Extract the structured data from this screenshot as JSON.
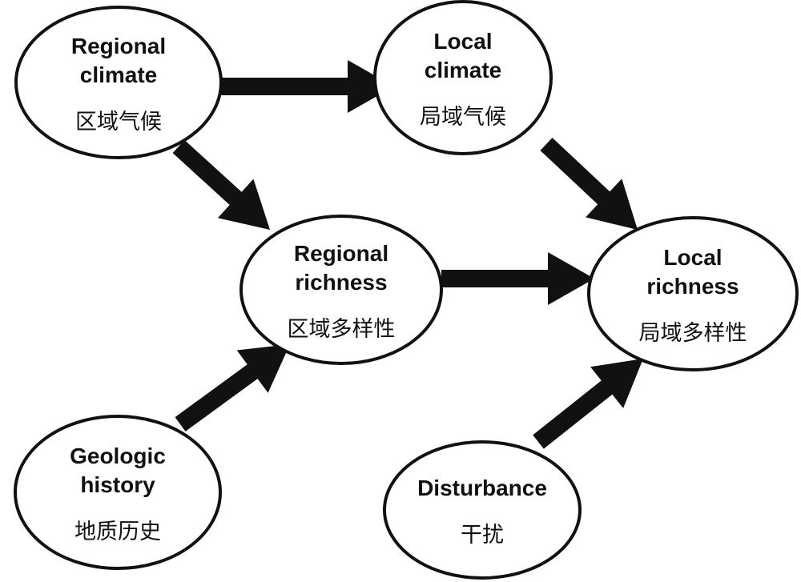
{
  "diagram": {
    "nodes": [
      {
        "id": "regional_climate",
        "en": [
          "Regional",
          "climate"
        ],
        "zh": "区域气候"
      },
      {
        "id": "local_climate",
        "en": [
          "Local",
          "climate"
        ],
        "zh": "局域气候"
      },
      {
        "id": "regional_richness",
        "en": [
          "Regional",
          "richness"
        ],
        "zh": "区域多样性"
      },
      {
        "id": "local_richness",
        "en": [
          "Local",
          "richness"
        ],
        "zh": "局域多样性"
      },
      {
        "id": "geologic_history",
        "en": [
          "Geologic",
          "history"
        ],
        "zh": "地质历史"
      },
      {
        "id": "disturbance",
        "en": [
          "Disturbance"
        ],
        "zh": "干扰"
      }
    ],
    "edges": [
      {
        "from": "regional_climate",
        "to": "local_climate"
      },
      {
        "from": "regional_climate",
        "to": "regional_richness"
      },
      {
        "from": "local_climate",
        "to": "local_richness"
      },
      {
        "from": "regional_richness",
        "to": "local_richness"
      },
      {
        "from": "geologic_history",
        "to": "regional_richness"
      },
      {
        "from": "disturbance",
        "to": "local_richness"
      }
    ],
    "colors": {
      "stroke": "#111111",
      "fill": "#ffffff",
      "arrow": "#111111"
    }
  }
}
